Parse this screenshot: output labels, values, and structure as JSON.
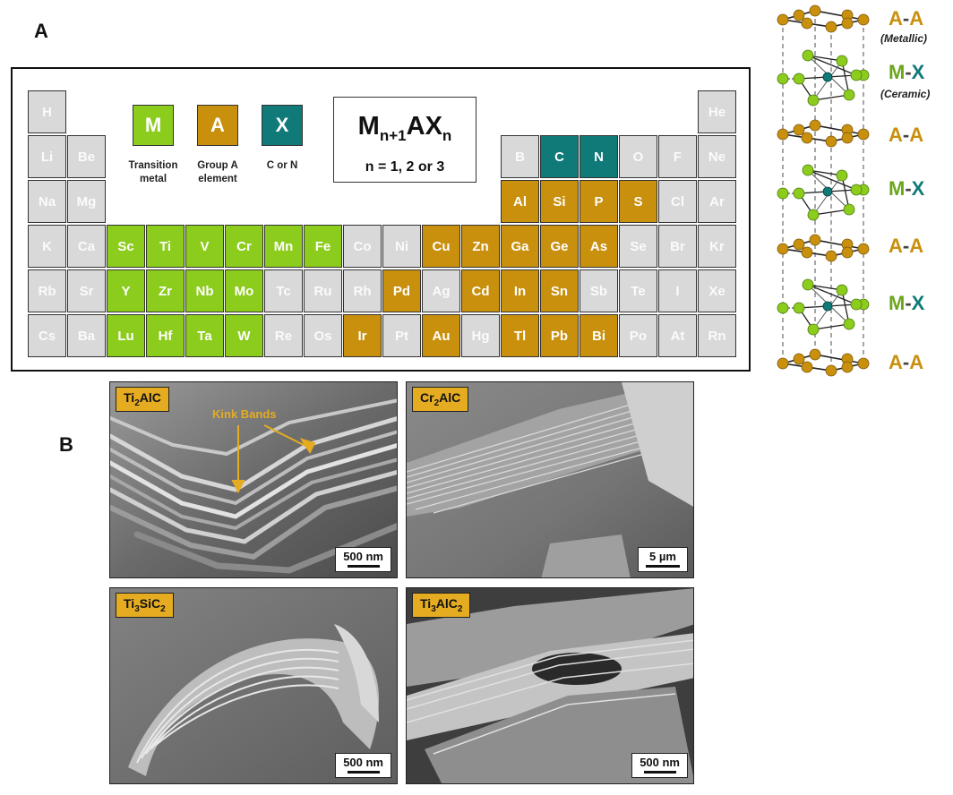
{
  "panels": {
    "a": "A",
    "b": "B"
  },
  "colors": {
    "transition_metal": "#8ccc1c",
    "group_a": "#c9900e",
    "x_element": "#0f7a78",
    "other": "#d9d9d9"
  },
  "legend": {
    "m": {
      "symbol": "M",
      "caption_1": "Transition",
      "caption_2": "metal"
    },
    "a": {
      "symbol": "A",
      "caption_1": "Group A",
      "caption_2": "element"
    },
    "x": {
      "symbol": "X",
      "caption_1": "C or N"
    }
  },
  "formula": {
    "m": "M",
    "m_sub": "n+1",
    "ax": "AX",
    "x_sub": "n",
    "n_values": "n = 1, 2 or 3"
  },
  "periodic_table": [
    {
      "symbol": "H",
      "row": 1,
      "col": 1,
      "type": "g"
    },
    {
      "symbol": "He",
      "row": 1,
      "col": 18,
      "type": "g"
    },
    {
      "symbol": "Li",
      "row": 2,
      "col": 1,
      "type": "g"
    },
    {
      "symbol": "Be",
      "row": 2,
      "col": 2,
      "type": "g"
    },
    {
      "symbol": "B",
      "row": 2,
      "col": 13,
      "type": "g"
    },
    {
      "symbol": "C",
      "row": 2,
      "col": 14,
      "type": "x"
    },
    {
      "symbol": "N",
      "row": 2,
      "col": 15,
      "type": "x"
    },
    {
      "symbol": "O",
      "row": 2,
      "col": 16,
      "type": "g"
    },
    {
      "symbol": "F",
      "row": 2,
      "col": 17,
      "type": "g"
    },
    {
      "symbol": "Ne",
      "row": 2,
      "col": 18,
      "type": "g"
    },
    {
      "symbol": "Na",
      "row": 3,
      "col": 1,
      "type": "g"
    },
    {
      "symbol": "Mg",
      "row": 3,
      "col": 2,
      "type": "g"
    },
    {
      "symbol": "Al",
      "row": 3,
      "col": 13,
      "type": "a"
    },
    {
      "symbol": "Si",
      "row": 3,
      "col": 14,
      "type": "a"
    },
    {
      "symbol": "P",
      "row": 3,
      "col": 15,
      "type": "a"
    },
    {
      "symbol": "S",
      "row": 3,
      "col": 16,
      "type": "a"
    },
    {
      "symbol": "Cl",
      "row": 3,
      "col": 17,
      "type": "g"
    },
    {
      "symbol": "Ar",
      "row": 3,
      "col": 18,
      "type": "g"
    },
    {
      "symbol": "K",
      "row": 4,
      "col": 1,
      "type": "g"
    },
    {
      "symbol": "Ca",
      "row": 4,
      "col": 2,
      "type": "g"
    },
    {
      "symbol": "Sc",
      "row": 4,
      "col": 3,
      "type": "m"
    },
    {
      "symbol": "Ti",
      "row": 4,
      "col": 4,
      "type": "m"
    },
    {
      "symbol": "V",
      "row": 4,
      "col": 5,
      "type": "m"
    },
    {
      "symbol": "Cr",
      "row": 4,
      "col": 6,
      "type": "m"
    },
    {
      "symbol": "Mn",
      "row": 4,
      "col": 7,
      "type": "m"
    },
    {
      "symbol": "Fe",
      "row": 4,
      "col": 8,
      "type": "m"
    },
    {
      "symbol": "Co",
      "row": 4,
      "col": 9,
      "type": "g"
    },
    {
      "symbol": "Ni",
      "row": 4,
      "col": 10,
      "type": "g"
    },
    {
      "symbol": "Cu",
      "row": 4,
      "col": 11,
      "type": "a"
    },
    {
      "symbol": "Zn",
      "row": 4,
      "col": 12,
      "type": "a"
    },
    {
      "symbol": "Ga",
      "row": 4,
      "col": 13,
      "type": "a"
    },
    {
      "symbol": "Ge",
      "row": 4,
      "col": 14,
      "type": "a"
    },
    {
      "symbol": "As",
      "row": 4,
      "col": 15,
      "type": "a"
    },
    {
      "symbol": "Se",
      "row": 4,
      "col": 16,
      "type": "g"
    },
    {
      "symbol": "Br",
      "row": 4,
      "col": 17,
      "type": "g"
    },
    {
      "symbol": "Kr",
      "row": 4,
      "col": 18,
      "type": "g"
    },
    {
      "symbol": "Rb",
      "row": 5,
      "col": 1,
      "type": "g"
    },
    {
      "symbol": "Sr",
      "row": 5,
      "col": 2,
      "type": "g"
    },
    {
      "symbol": "Y",
      "row": 5,
      "col": 3,
      "type": "m"
    },
    {
      "symbol": "Zr",
      "row": 5,
      "col": 4,
      "type": "m"
    },
    {
      "symbol": "Nb",
      "row": 5,
      "col": 5,
      "type": "m"
    },
    {
      "symbol": "Mo",
      "row": 5,
      "col": 6,
      "type": "m"
    },
    {
      "symbol": "Tc",
      "row": 5,
      "col": 7,
      "type": "g"
    },
    {
      "symbol": "Ru",
      "row": 5,
      "col": 8,
      "type": "g"
    },
    {
      "symbol": "Rh",
      "row": 5,
      "col": 9,
      "type": "g"
    },
    {
      "symbol": "Pd",
      "row": 5,
      "col": 10,
      "type": "a"
    },
    {
      "symbol": "Ag",
      "row": 5,
      "col": 11,
      "type": "g"
    },
    {
      "symbol": "Cd",
      "row": 5,
      "col": 12,
      "type": "a"
    },
    {
      "symbol": "In",
      "row": 5,
      "col": 13,
      "type": "a"
    },
    {
      "symbol": "Sn",
      "row": 5,
      "col": 14,
      "type": "a"
    },
    {
      "symbol": "Sb",
      "row": 5,
      "col": 15,
      "type": "g"
    },
    {
      "symbol": "Te",
      "row": 5,
      "col": 16,
      "type": "g"
    },
    {
      "symbol": "I",
      "row": 5,
      "col": 17,
      "type": "g"
    },
    {
      "symbol": "Xe",
      "row": 5,
      "col": 18,
      "type": "g"
    },
    {
      "symbol": "Cs",
      "row": 6,
      "col": 1,
      "type": "g"
    },
    {
      "symbol": "Ba",
      "row": 6,
      "col": 2,
      "type": "g"
    },
    {
      "symbol": "Lu",
      "row": 6,
      "col": 3,
      "type": "m"
    },
    {
      "symbol": "Hf",
      "row": 6,
      "col": 4,
      "type": "m"
    },
    {
      "symbol": "Ta",
      "row": 6,
      "col": 5,
      "type": "m"
    },
    {
      "symbol": "W",
      "row": 6,
      "col": 6,
      "type": "m"
    },
    {
      "symbol": "Re",
      "row": 6,
      "col": 7,
      "type": "g"
    },
    {
      "symbol": "Os",
      "row": 6,
      "col": 8,
      "type": "g"
    },
    {
      "symbol": "Ir",
      "row": 6,
      "col": 9,
      "type": "a"
    },
    {
      "symbol": "Pt",
      "row": 6,
      "col": 10,
      "type": "g"
    },
    {
      "symbol": "Au",
      "row": 6,
      "col": 11,
      "type": "a"
    },
    {
      "symbol": "Hg",
      "row": 6,
      "col": 12,
      "type": "g"
    },
    {
      "symbol": "Tl",
      "row": 6,
      "col": 13,
      "type": "a"
    },
    {
      "symbol": "Pb",
      "row": 6,
      "col": 14,
      "type": "a"
    },
    {
      "symbol": "Bi",
      "row": 6,
      "col": 15,
      "type": "a"
    },
    {
      "symbol": "Po",
      "row": 6,
      "col": 16,
      "type": "g"
    },
    {
      "symbol": "At",
      "row": 6,
      "col": 17,
      "type": "g"
    },
    {
      "symbol": "Rn",
      "row": 6,
      "col": 18,
      "type": "g"
    }
  ],
  "structure_labels": {
    "a": "A",
    "m": "M",
    "x": "X",
    "dash": "-",
    "metallic": "(Metallic)",
    "ceramic": "(Ceramic)"
  },
  "sem_images": [
    {
      "base": "Ti",
      "sub1": "2",
      "mid": "AlC",
      "sub2": "",
      "scale": "500 nm"
    },
    {
      "base": "Cr",
      "sub1": "2",
      "mid": "AlC",
      "sub2": "",
      "scale": "5 µm"
    },
    {
      "base": "Ti",
      "sub1": "3",
      "mid": "SiC",
      "sub2": "2",
      "scale": "500 nm"
    },
    {
      "base": "Ti",
      "sub1": "3",
      "mid": "AlC",
      "sub2": "2",
      "scale": "500 nm"
    }
  ],
  "annotation": "Kink Bands"
}
